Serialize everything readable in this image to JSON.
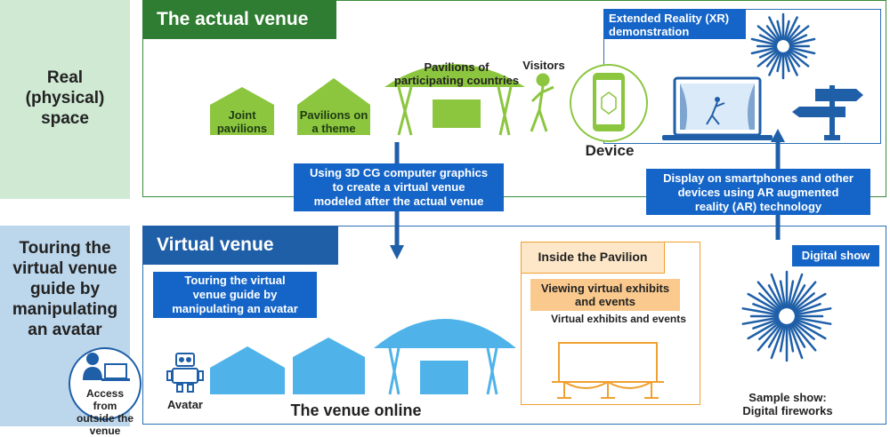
{
  "sides": {
    "real": "Real\n(physical)\nspace",
    "virtual": "Touring the\nvirtual venue\nguide by\nmanipulating\nan avatar"
  },
  "real_venue": {
    "title": "The actual venue",
    "joint": "Joint\npavilions",
    "theme": "Pavilions on\na theme",
    "countries": "Pavilions of\nparticipating countries",
    "visitors": "Visitors",
    "device": "Device"
  },
  "xr": {
    "title": "Extended Reality (XR)\ndemonstration"
  },
  "arrows": {
    "down_callout": "Using 3D CG computer graphics\nto create a virtual venue\nmodeled after the actual venue",
    "up_callout": "Display on smartphones and other\ndevices using AR augmented\nreality (AR) technology"
  },
  "virtual_venue": {
    "title": "Virtual venue",
    "touring_callout": "Touring the virtual\nvenue guide by\nmanipulating an avatar",
    "access": "Access from\noutside the\nvenue",
    "avatar": "Avatar",
    "online": "The venue online"
  },
  "pavilion_inside": {
    "title": "Inside the Pavilion",
    "callout": "Viewing virtual exhibits\nand events",
    "caption": "Virtual exhibits and events"
  },
  "digital_show": {
    "callout": "Digital show",
    "caption": "Sample show:\nDigital fireworks"
  },
  "colors": {
    "green_tab": "#2f7d32",
    "green_pavilion": "#8cc63f",
    "blue_tab": "#1f5fa8",
    "light_blue": "#4fb3ea",
    "callout_blue": "#1565c8",
    "orange": "#f0a030"
  }
}
